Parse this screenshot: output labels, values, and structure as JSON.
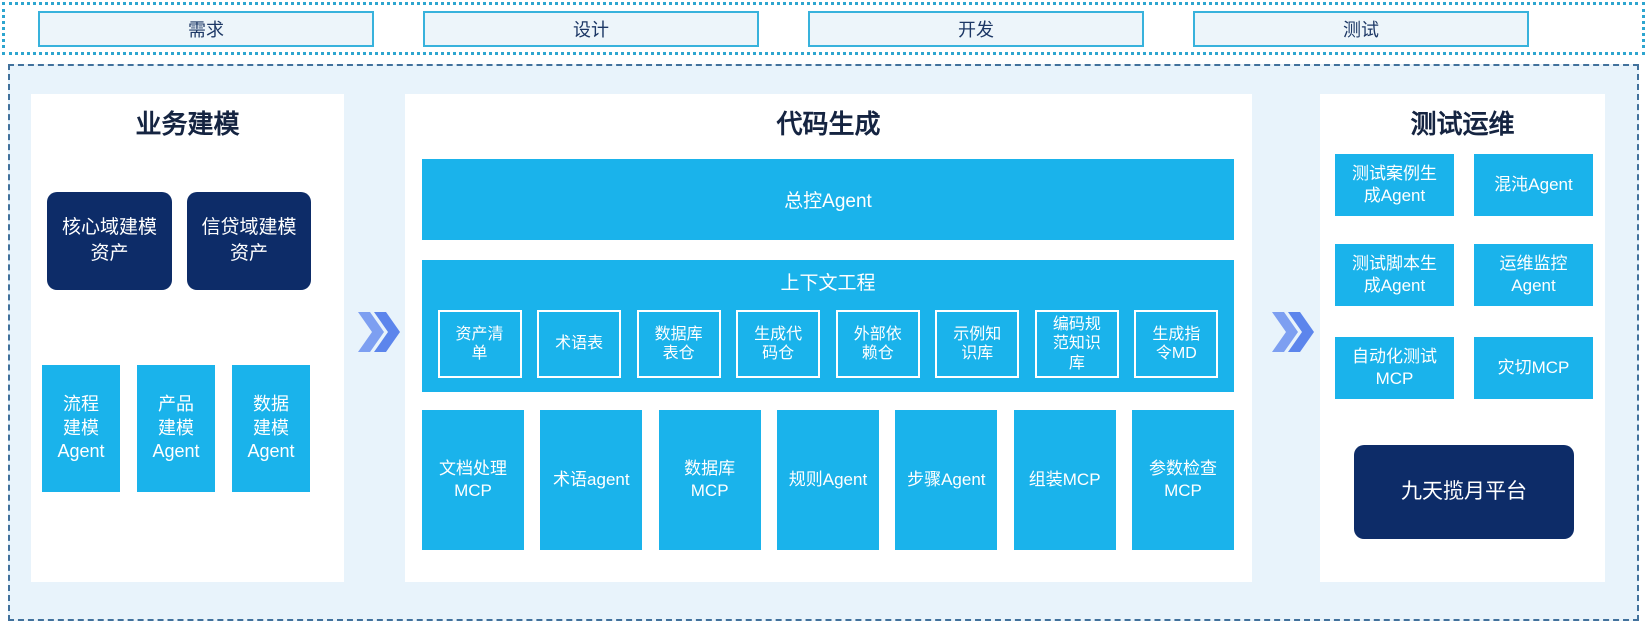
{
  "phases": [
    "需求",
    "设计",
    "开发",
    "测试"
  ],
  "sections": {
    "business_modeling": {
      "title": "业务建模",
      "asset_boxes": [
        "核心域建模\n资产",
        "信贷域建模\n资产"
      ],
      "agent_boxes": [
        "流程\n建模\nAgent",
        "产品\n建模\nAgent",
        "数据\n建模\nAgent"
      ]
    },
    "code_generation": {
      "title": "代码生成",
      "master_agent": "总控Agent",
      "context_engineering": {
        "title": "上下文工程",
        "items": [
          "资产清\n单",
          "术语表",
          "数据库\n表仓",
          "生成代\n码仓",
          "外部依\n赖仓",
          "示例知\n识库",
          "编码规\n范知识\n库",
          "生成指\n令MD"
        ]
      },
      "tools": [
        "文档处理\nMCP",
        "术语agent",
        "数据库\nMCP",
        "规则Agent",
        "步骤Agent",
        "组装MCP",
        "参数检查\nMCP"
      ]
    },
    "test_ops": {
      "title": "测试运维",
      "boxes": [
        "测试案例生\n成Agent",
        "混沌Agent",
        "测试脚本生\n成Agent",
        "运维监控\nAgent",
        "自动化测试\nMCP",
        "灾切MCP"
      ],
      "platform": "九天揽月平台"
    }
  },
  "colors": {
    "cyan": "#1ab3eb",
    "navy": "#0d2c68",
    "canvas_bg": "#e8f3fb",
    "dashed_border": "#41719c",
    "dotted_border": "#2da5cf",
    "phase_box_bg": "#edf5fa",
    "phase_box_border": "#38b2dc",
    "phase_text": "#1c3765",
    "section_title": "#152441",
    "chevron_light": "#7d9ff1",
    "chevron_dark": "#5c85ec"
  }
}
